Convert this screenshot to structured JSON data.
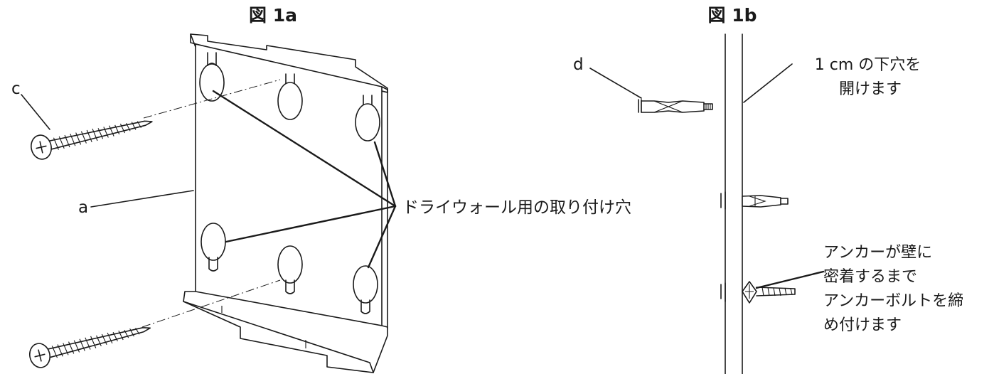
{
  "figure_a": {
    "title": "図 1a",
    "label_c": "c",
    "label_a": "a",
    "holes_label": "ドライウォール用の取り付け穴"
  },
  "figure_b": {
    "title": "図 1b",
    "label_d": "d",
    "drill_note": [
      "1 cm の下穴を",
      "開けます"
    ],
    "tighten_note": [
      "アンカーが壁に",
      "密着するまで",
      "アンカーボルトを締",
      "め付けます"
    ]
  }
}
